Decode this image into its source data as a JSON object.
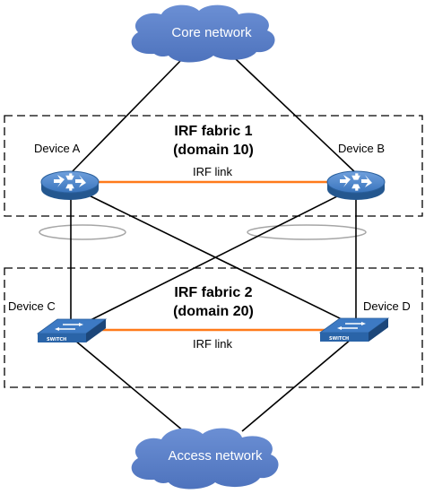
{
  "clouds": {
    "core": "Core network",
    "access": "Access network"
  },
  "fabrics": [
    {
      "title_line1": "IRF fabric 1",
      "title_line2": "(domain 10)",
      "irf_link": "IRF link"
    },
    {
      "title_line1": "IRF fabric 2",
      "title_line2": "(domain 20)",
      "irf_link": "IRF link"
    }
  ],
  "devices": {
    "a": {
      "label": "Device A",
      "type": "router-icon"
    },
    "b": {
      "label": "Device B",
      "type": "router-icon"
    },
    "c": {
      "label": "Device C",
      "type": "switch-icon",
      "tag": "SWITCH"
    },
    "d": {
      "label": "Device D",
      "type": "switch-icon",
      "tag": "SWITCH"
    }
  },
  "colors": {
    "cloud": "#5b7fc5",
    "device": "#2f6ab0",
    "irf_link": "#ff7a1a",
    "link": "#000000",
    "aggregation_ring": "#a6a6a6"
  }
}
